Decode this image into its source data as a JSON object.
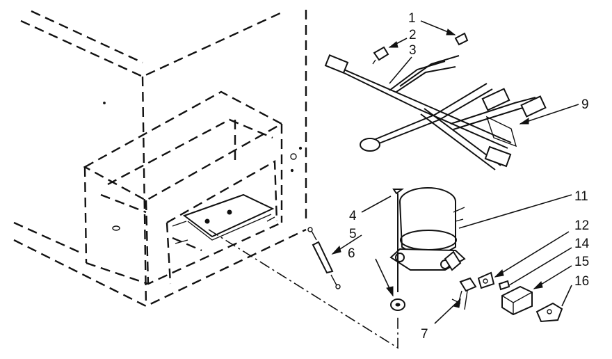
{
  "callouts": [
    {
      "id": "1",
      "text": "1"
    },
    {
      "id": "2",
      "text": "2"
    },
    {
      "id": "3",
      "text": "3"
    },
    {
      "id": "9",
      "text": "9"
    },
    {
      "id": "11",
      "text": "11"
    },
    {
      "id": "4",
      "text": "4"
    },
    {
      "id": "5",
      "text": "5"
    },
    {
      "id": "12",
      "text": "12"
    },
    {
      "id": "6",
      "text": "6"
    },
    {
      "id": "14",
      "text": "14"
    },
    {
      "id": "15",
      "text": "15"
    },
    {
      "id": "16",
      "text": "16"
    },
    {
      "id": "7",
      "text": "7"
    }
  ]
}
